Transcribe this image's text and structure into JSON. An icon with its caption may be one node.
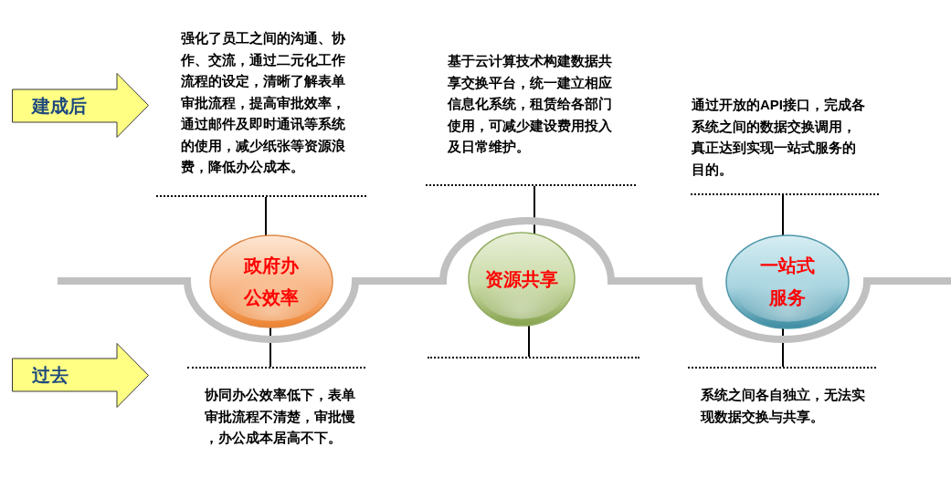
{
  "diagram": {
    "nodes": [
      {
        "text": [
          "建成后"
        ]
      },
      {
        "text": [
          "强化了员工之间的沟通、协作、交流，通过二元化工作流程的设定，清晰了解表单审批流程，提高审批效率，通过邮件及即时通讯等系统的使用，减少纸张等资源浪费，降低办公成本。"
        ]
      },
      {
        "text": [
          "基于云计算技术构建数据共享交换平台，统一建立相应信息化系统，租赁给各部门使用，可减少建设费用投入及日常维护。"
        ]
      },
      {
        "text": [
          "通过开放的API接口，完成各系统之间的数据交换调用，真正达到实现一站式服务的目的。"
        ]
      },
      {
        "text": [
          "政府办公效率"
        ]
      },
      {
        "text": [
          "资源共享"
        ]
      },
      {
        "text": [
          "一站式服务"
        ]
      },
      {
        "text": [
          "过去"
        ]
      },
      {
        "text": [
          "协同办公效率低下，表单审批流程不清楚，审批慢，办公成本居高不下。"
        ]
      },
      {
        "text": [],
        "shape": "line"
      },
      {
        "text": [
          "系统之间各自独立，无法实现数据交换与共享。"
        ]
      }
    ],
    "edges": [
      {
        "from": 4,
        "to": 1,
        "arrow": "none"
      },
      {
        "from": 5,
        "to": 2,
        "arrow": "none"
      },
      {
        "from": 6,
        "to": 3,
        "arrow": "none"
      },
      {
        "from": 4,
        "to": 8,
        "arrow": "none"
      },
      {
        "from": 5,
        "to": 9,
        "arrow": "none"
      },
      {
        "from": 6,
        "to": 10,
        "arrow": "none"
      }
    ]
  }
}
